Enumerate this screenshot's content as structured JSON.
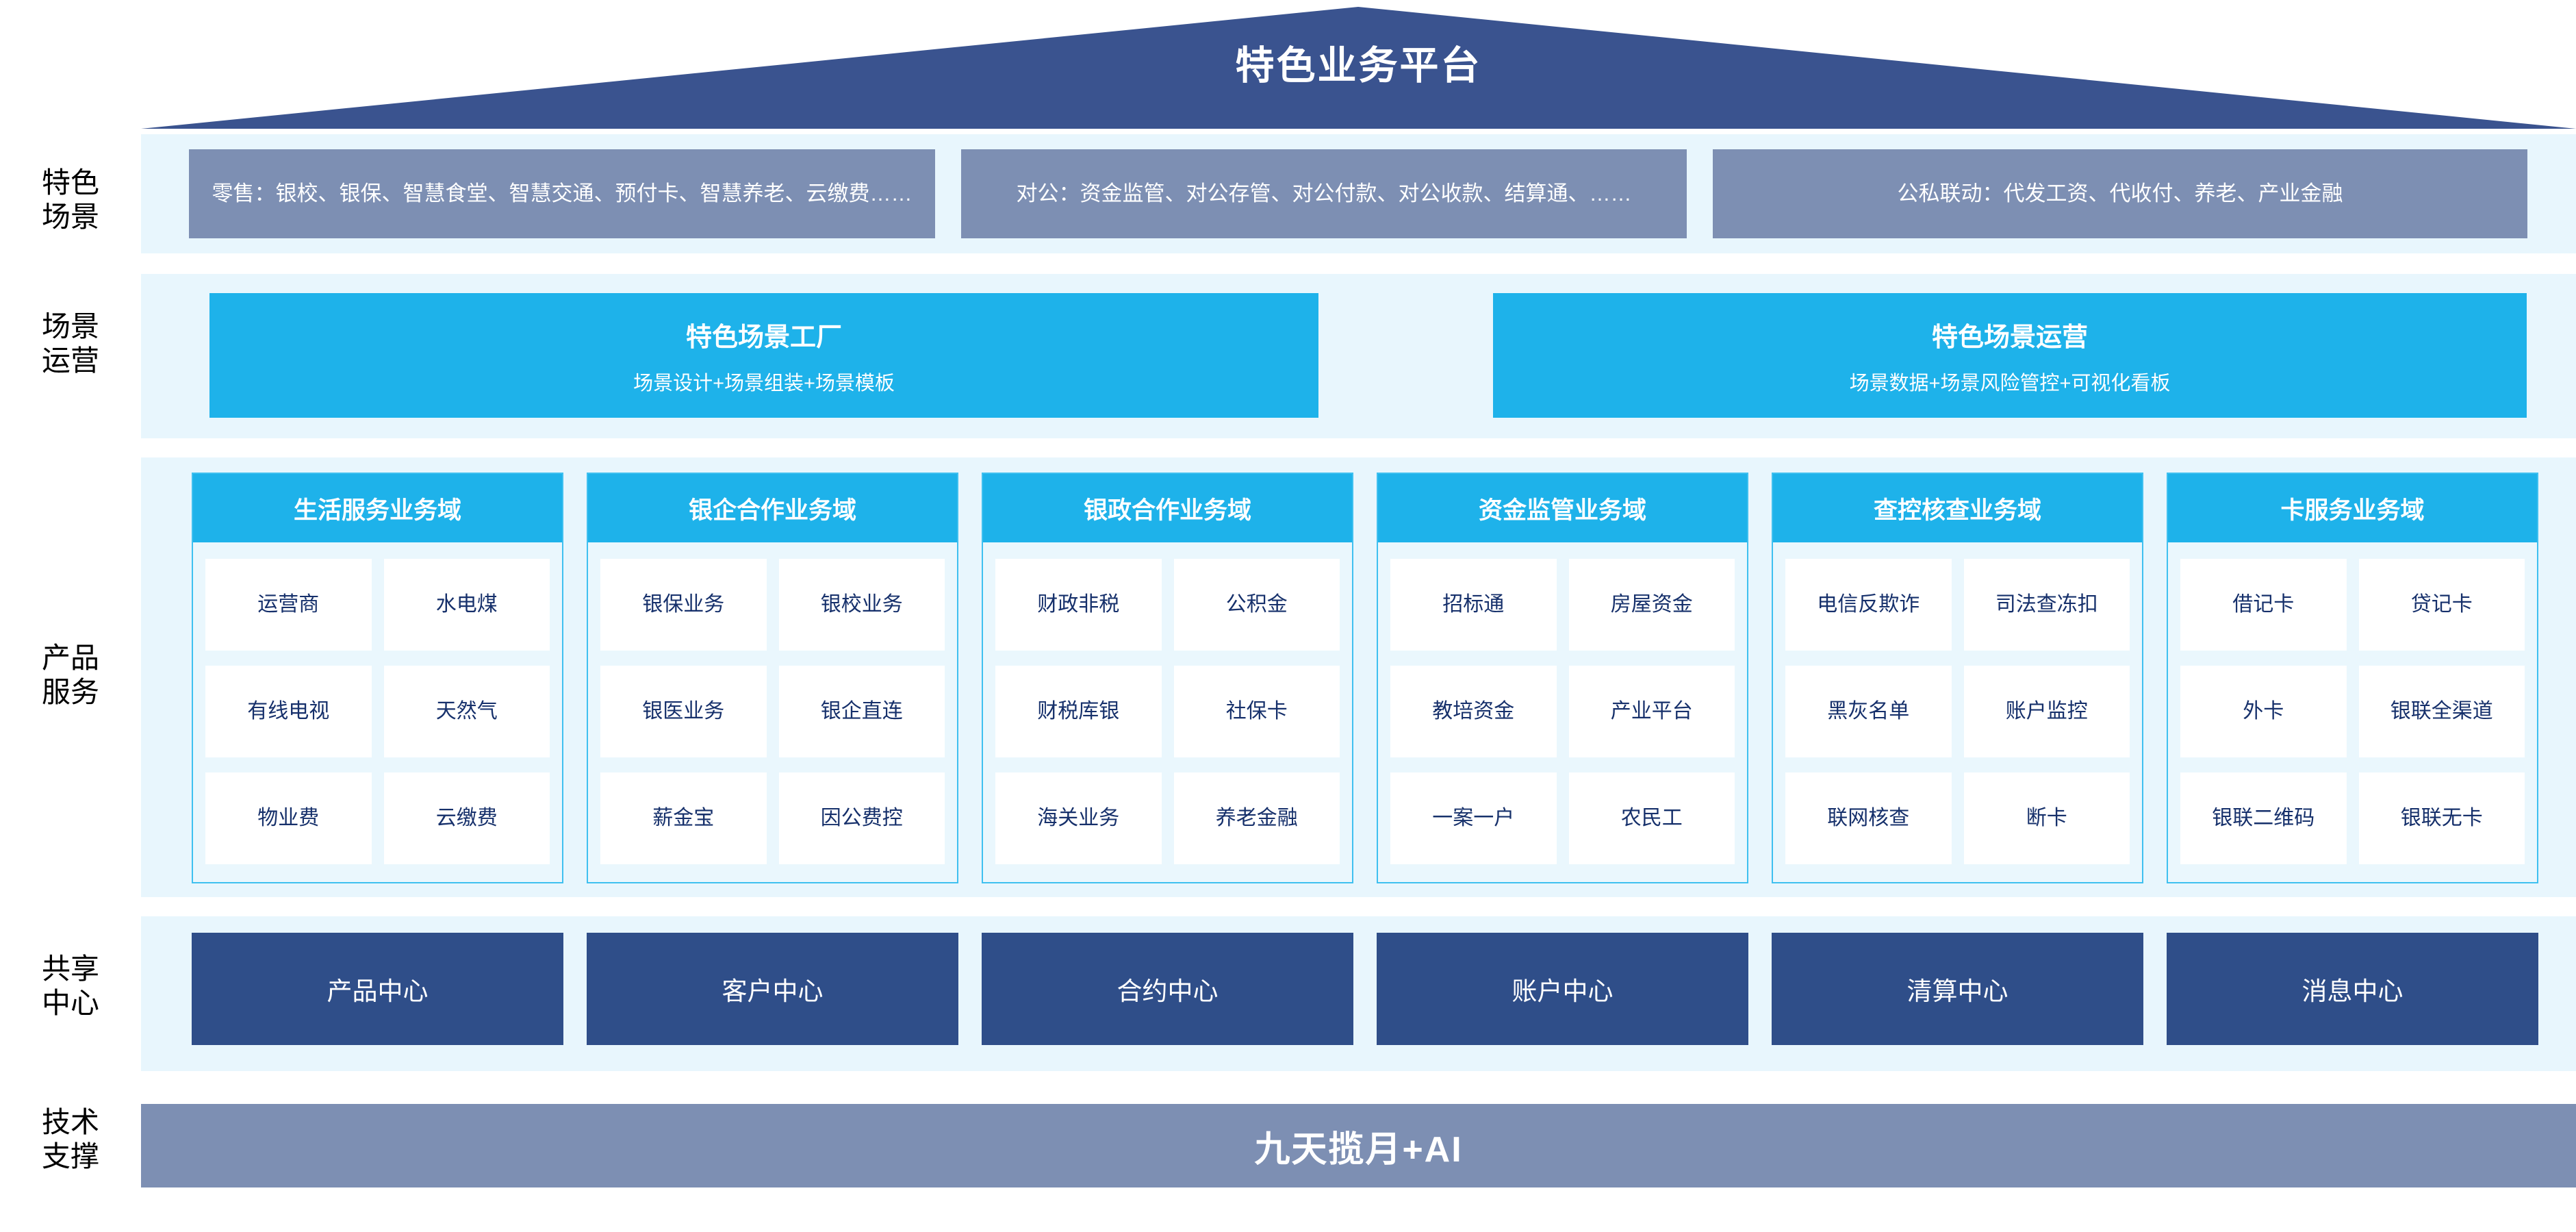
{
  "header": {
    "title": "特色业务平台",
    "roof_color": "#3a538f"
  },
  "rails": {
    "scenes": "特色\n场景",
    "scenes_l1": "特色",
    "scenes_l2": "场景",
    "ops_l1": "场景",
    "ops_l2": "运营",
    "product_l1": "产品",
    "product_l2": "服务",
    "share_l1": "共享",
    "share_l2": "中心",
    "tech_l1": "技术",
    "tech_l2": "支撑"
  },
  "scenes": {
    "boxes": [
      {
        "text": "零售：银校、银保、智慧食堂、智慧交通、预付卡、智慧养老、云缴费……"
      },
      {
        "text": "对公：资金监管、对公存管、对公付款、对公收款、结算通、……"
      },
      {
        "text": "公私联动：代发工资、代收付、养老、产业金融"
      }
    ],
    "box_color": "#7d8fb3"
  },
  "operations": {
    "accent": "#1eb2ea",
    "boxes": [
      {
        "title": "特色场景工厂",
        "subtitle": "场景设计+场景组装+场景模板"
      },
      {
        "title": "特色场景运营",
        "subtitle": "场景数据+场景风险管控+可视化看板"
      }
    ]
  },
  "product_service": {
    "header_color": "#1eb2ea",
    "cell_text_color": "#16306b",
    "domains": [
      {
        "title": "生活服务业务域",
        "items": [
          "运营商",
          "水电煤",
          "有线电视",
          "天然气",
          "物业费",
          "云缴费"
        ]
      },
      {
        "title": "银企合作业务域",
        "items": [
          "银保业务",
          "银校业务",
          "银医业务",
          "银企直连",
          "薪金宝",
          "因公费控"
        ]
      },
      {
        "title": "银政合作业务域",
        "items": [
          "财政非税",
          "公积金",
          "财税库银",
          "社保卡",
          "海关业务",
          "养老金融"
        ]
      },
      {
        "title": "资金监管业务域",
        "items": [
          "招标通",
          "房屋资金",
          "教培资金",
          "产业平台",
          "一案一户",
          "农民工"
        ]
      },
      {
        "title": "查控核查业务域",
        "items": [
          "电信\n反欺诈",
          "司法\n查冻扣",
          "黑灰名单",
          "账户监控",
          "联网核查",
          "断卡"
        ]
      },
      {
        "title": "卡服务业务域",
        "items": [
          "借记卡",
          "贷记卡",
          "外卡",
          "银联\n全渠道",
          "银联\n二维码",
          "银联无卡"
        ]
      }
    ]
  },
  "shared_centers": {
    "box_color": "#2f4e89",
    "items": [
      "产品中心",
      "客户中心",
      "合约中心",
      "账户中心",
      "清算中心",
      "消息中心"
    ]
  },
  "tech_support": {
    "label": "九天揽月+AI",
    "bar_color": "#7d8fb3"
  }
}
